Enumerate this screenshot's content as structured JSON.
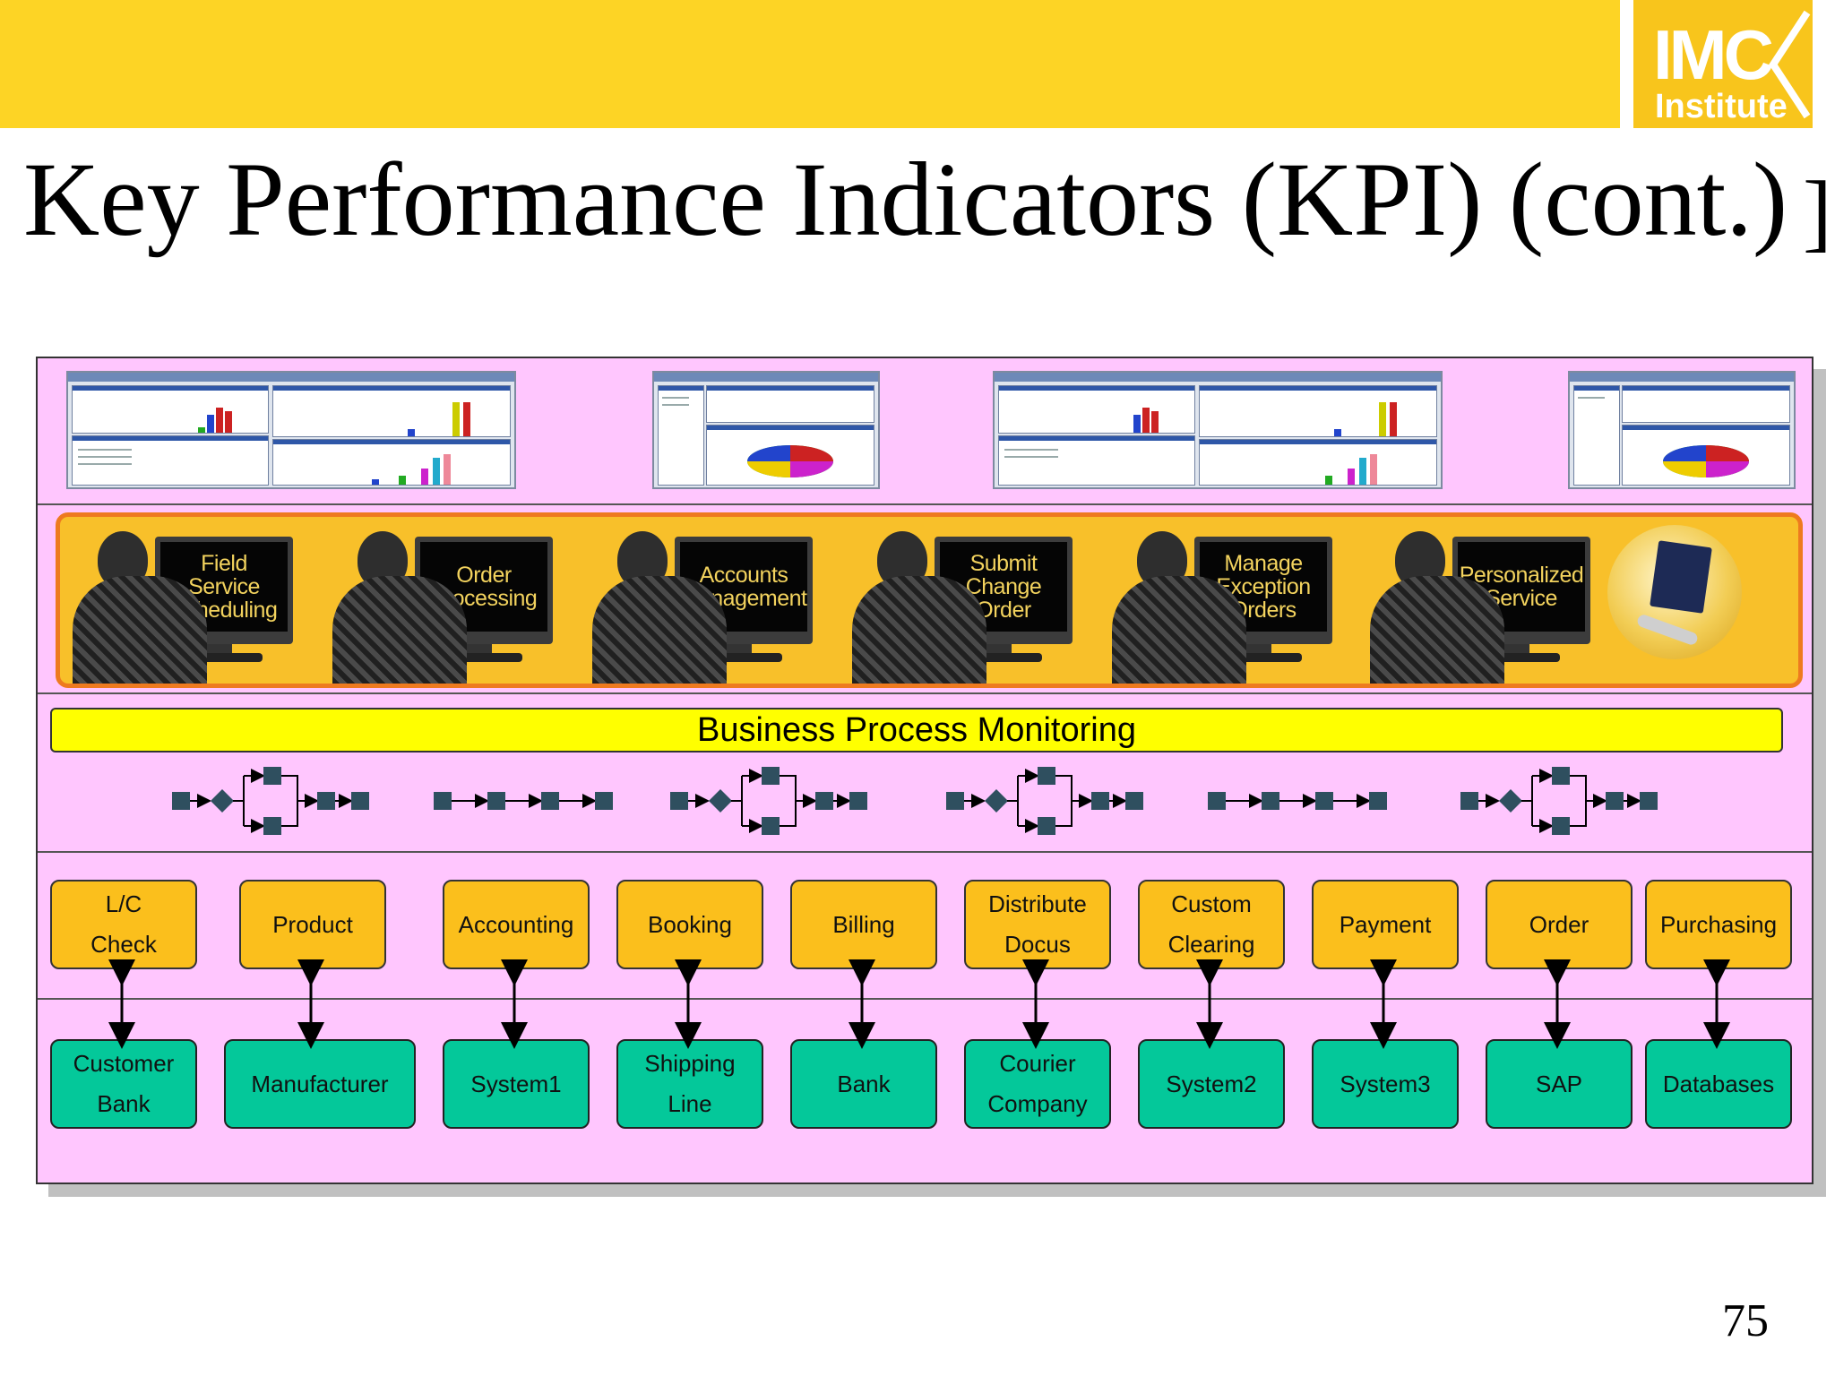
{
  "header": {
    "title": "Key Performance Indicators (KPI) (cont.)",
    "title_trailing_mark": "]",
    "page_number": "75"
  },
  "logo": {
    "line1": "IMC",
    "line2": "Institute"
  },
  "colors": {
    "top_bar": "#fdd425",
    "diagram_background": "#ffc6fe",
    "people_band": "#f8c02a",
    "people_band_border": "#ee7a1f",
    "bpm_bar": "#ffff00",
    "service_box": "#fbbf1c",
    "system_box": "#04c89a",
    "flow_node": "#2f4f5f"
  },
  "dashboards": [
    "dashboard-bar-charts",
    "dashboard-pie-chart",
    "dashboard-bar-charts",
    "dashboard-pie-chart"
  ],
  "stations": [
    {
      "lines": [
        "Field",
        "Service",
        "Scheduling"
      ]
    },
    {
      "lines": [
        "Order",
        "Processing"
      ]
    },
    {
      "lines": [
        "Accounts",
        "Management"
      ]
    },
    {
      "lines": [
        "Submit",
        "Change",
        "Order"
      ]
    },
    {
      "lines": [
        "Manage",
        "Exception",
        "Orders"
      ]
    },
    {
      "lines": [
        "Personalized",
        "Service"
      ]
    }
  ],
  "passport_icon": "passport-with-key-icon",
  "bpm": {
    "label": "Business Process Monitoring"
  },
  "services": [
    {
      "lines": [
        "L/C",
        "Check"
      ]
    },
    {
      "lines": [
        "Product"
      ]
    },
    {
      "lines": [
        "Accounting"
      ]
    },
    {
      "lines": [
        "Booking"
      ]
    },
    {
      "lines": [
        "Billing"
      ]
    },
    {
      "lines": [
        "Distribute",
        "Docus"
      ]
    },
    {
      "lines": [
        "Custom",
        "Clearing"
      ]
    },
    {
      "lines": [
        "Payment"
      ]
    },
    {
      "lines": [
        "Order"
      ]
    },
    {
      "lines": [
        "Purchasing"
      ]
    }
  ],
  "systems": [
    {
      "lines": [
        "Customer",
        "Bank"
      ]
    },
    {
      "lines": [
        "Manufacturer"
      ]
    },
    {
      "lines": [
        "System1"
      ]
    },
    {
      "lines": [
        "Shipping",
        "Line"
      ]
    },
    {
      "lines": [
        "Bank"
      ]
    },
    {
      "lines": [
        "Courier",
        "Company"
      ]
    },
    {
      "lines": [
        "System2"
      ]
    },
    {
      "lines": [
        "System3"
      ]
    },
    {
      "lines": [
        "SAP"
      ]
    },
    {
      "lines": [
        "Databases"
      ]
    }
  ]
}
